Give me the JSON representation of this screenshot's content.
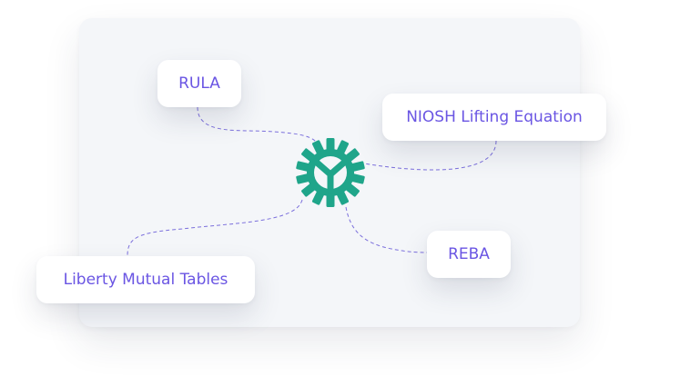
{
  "diagram": {
    "center": {
      "icon": "gear-icon",
      "color": "#1fa58a"
    },
    "nodes": [
      {
        "id": "rula",
        "label": "RULA"
      },
      {
        "id": "niosh",
        "label": "NIOSH Lifting Equation"
      },
      {
        "id": "reba",
        "label": "REBA"
      },
      {
        "id": "liberty",
        "label": "Liberty Mutual Tables"
      }
    ],
    "colors": {
      "label_text": "#6a55e3",
      "connector": "#7b6fdc",
      "panel_background": "#f4f6f9",
      "card_background": "#ffffff"
    }
  }
}
